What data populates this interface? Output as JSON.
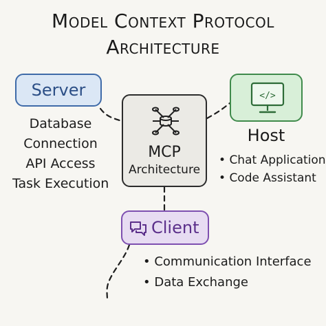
{
  "title": {
    "line1": "Model Context Protocol",
    "line2": "Architecture"
  },
  "server": {
    "label": "Server",
    "items": [
      "Database",
      "Connection",
      "API Access",
      "Task Execution"
    ],
    "color": "#3e6aa8",
    "fill": "#dbe7f5"
  },
  "mcp": {
    "label": "MCP",
    "sublabel": "Architecture",
    "icon": "network-nodes-icon"
  },
  "host": {
    "label": "Host",
    "icon": "code-monitor-icon",
    "icon_text": "</>",
    "items": [
      "Chat Application",
      "Code Assistant"
    ],
    "color": "#3f8a4b",
    "fill": "#d8efd8"
  },
  "client": {
    "label": "Client",
    "icon": "chat-bubbles-icon",
    "items": [
      "Communication Interface",
      "Data Exchange"
    ],
    "color": "#7d4fb0",
    "fill": "#e7dcf2"
  }
}
